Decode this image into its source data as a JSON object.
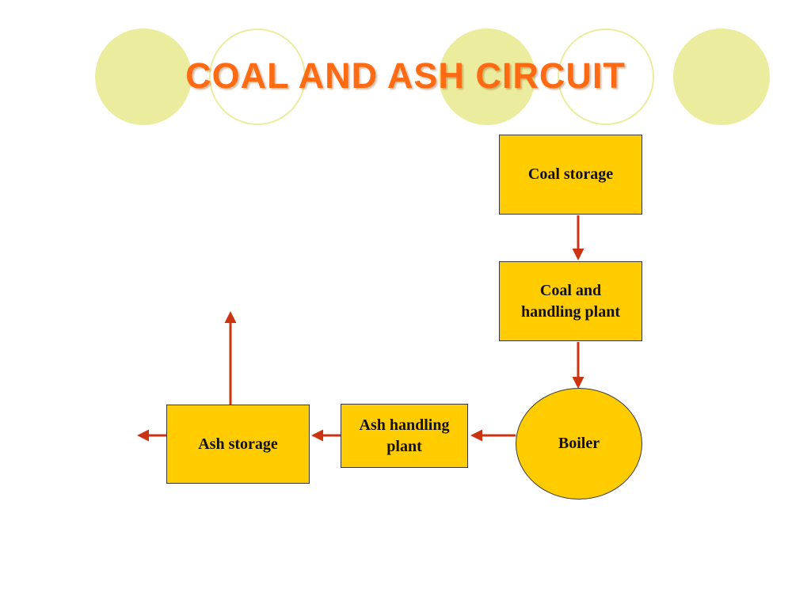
{
  "slide": {
    "title": "COAL AND ASH CIRCUIT"
  },
  "colors": {
    "title": "#ff6a13",
    "node_fill": "#ffcc00",
    "node_border": "#3a3a3a",
    "arrow": "#cc3311",
    "decor_circle": "#ecec9e"
  },
  "diagram": {
    "nodes": {
      "coal_storage": {
        "label": "Coal storage",
        "shape": "rectangle"
      },
      "coal_handling_plant": {
        "label": "Coal and handling plant",
        "shape": "rectangle"
      },
      "boiler": {
        "label": "Boiler",
        "shape": "ellipse"
      },
      "ash_handling_plant": {
        "label": "Ash handling plant",
        "shape": "rectangle"
      },
      "ash_storage": {
        "label": "Ash storage",
        "shape": "rectangle"
      }
    },
    "edges": [
      {
        "from": "coal_storage",
        "to": "coal_handling_plant"
      },
      {
        "from": "coal_handling_plant",
        "to": "boiler"
      },
      {
        "from": "boiler",
        "to": "ash_handling_plant"
      },
      {
        "from": "ash_handling_plant",
        "to": "ash_storage"
      },
      {
        "from": "ash_storage",
        "to": "outlet-left"
      },
      {
        "from": "ash_storage",
        "to": "outlet-up"
      }
    ]
  }
}
